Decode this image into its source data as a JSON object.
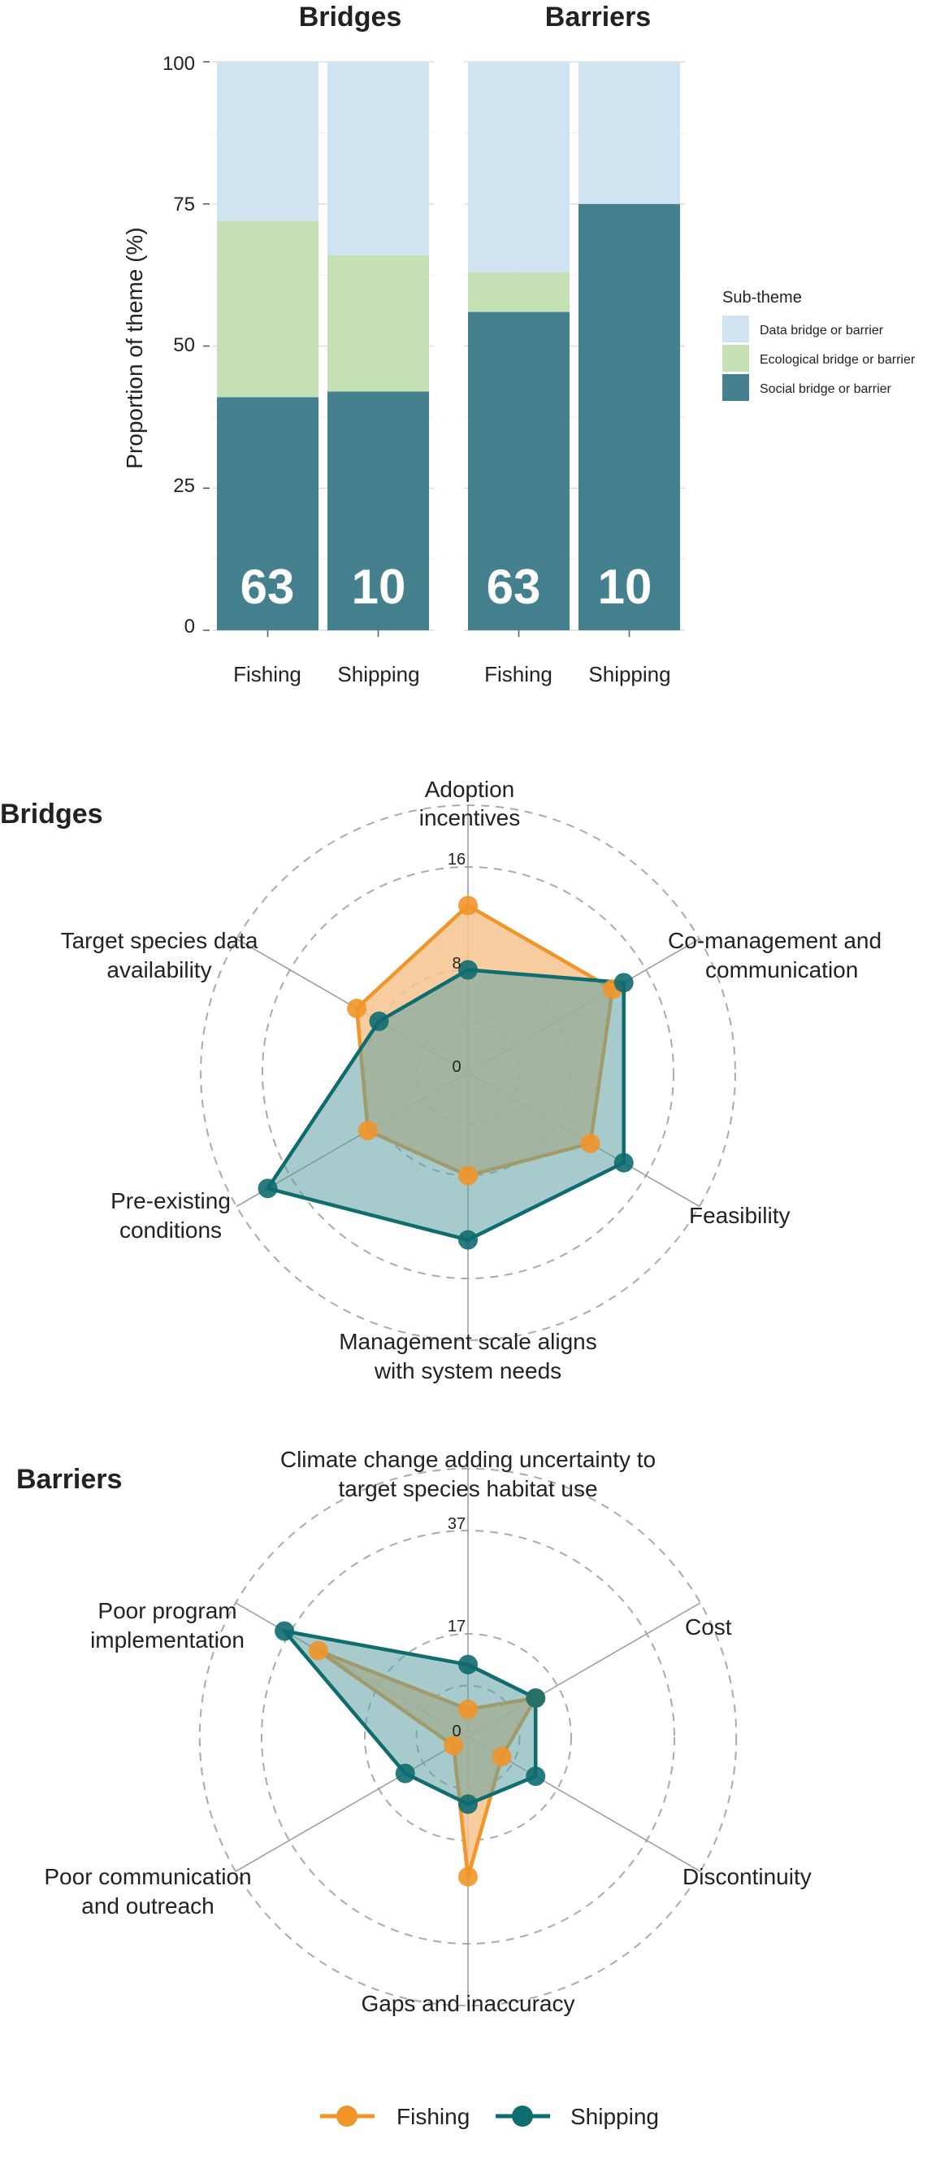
{
  "colors": {
    "data": "#cfe3f1",
    "ecological": "#c5e0b4",
    "social": "#44808d",
    "fishing": "#f0952a",
    "fishing_fill": "#f6c48e",
    "shipping": "#0f6c6f",
    "shipping_fill": "#5fa1a2",
    "grid": "#dddddd",
    "dash": "#aaaaaa"
  },
  "chart_data": [
    {
      "type": "bar",
      "stacked": true,
      "ylabel": "Proportion of theme (%)",
      "ylim": [
        0,
        100
      ],
      "yticks": [
        "0",
        "25",
        "50",
        "75",
        "100"
      ],
      "legend": {
        "title": "Sub-theme",
        "position": "right",
        "entries": [
          "Data bridge or barrier",
          "Ecological bridge or barrier",
          "Social bridge or barrier"
        ]
      },
      "panels": [
        {
          "title": "Bridges",
          "categories": [
            "Fishing",
            "Shipping"
          ],
          "counts": [
            "63",
            "10"
          ],
          "series": [
            {
              "name": "Social bridge or barrier",
              "key": "social",
              "values": [
                41,
                42
              ]
            },
            {
              "name": "Ecological bridge or barrier",
              "key": "ecological",
              "values": [
                31,
                24
              ]
            },
            {
              "name": "Data bridge or barrier",
              "key": "data",
              "values": [
                28,
                34
              ]
            }
          ]
        },
        {
          "title": "Barriers",
          "categories": [
            "Fishing",
            "Shipping"
          ],
          "counts": [
            "63",
            "10"
          ],
          "series": [
            {
              "name": "Social bridge or barrier",
              "key": "social",
              "values": [
                56,
                75
              ]
            },
            {
              "name": "Ecological bridge or barrier",
              "key": "ecological",
              "values": [
                7,
                0
              ]
            },
            {
              "name": "Data bridge or barrier",
              "key": "data",
              "values": [
                37,
                25
              ]
            }
          ]
        }
      ]
    },
    {
      "type": "radar",
      "title": "Bridges",
      "max": 16,
      "rings": [
        "0",
        "8",
        "16"
      ],
      "axes": [
        [
          "Adoption",
          "incentives"
        ],
        [
          "Co-management and",
          "communication"
        ],
        [
          "Feasibility"
        ],
        [
          "Management scale aligns",
          "with system needs"
        ],
        [
          "Pre-existing",
          "conditions"
        ],
        [
          "Target species data",
          "availability"
        ]
      ],
      "series": [
        {
          "name": "Fishing",
          "values": [
            13,
            13,
            11,
            8,
            9,
            10
          ]
        },
        {
          "name": "Shipping",
          "values": [
            8,
            14,
            14,
            13,
            18,
            8
          ]
        }
      ]
    },
    {
      "type": "radar",
      "title": "Barriers",
      "max": 37,
      "rings": [
        "0",
        "17",
        "37"
      ],
      "axes": [
        [
          "Climate change adding uncertainty to",
          "target species habitat use"
        ],
        [
          "Cost"
        ],
        [
          "Discontinuity"
        ],
        [
          "Gaps and inaccuracy"
        ],
        [
          "Poor communication",
          "and outreach"
        ],
        [
          "Poor program",
          "implementation"
        ]
      ],
      "series": [
        {
          "name": "Fishing",
          "values": [
            5,
            14,
            7,
            25,
            3,
            31
          ]
        },
        {
          "name": "Shipping",
          "values": [
            13,
            14,
            14,
            12,
            13,
            38
          ]
        }
      ]
    }
  ],
  "legend": {
    "fishing": "Fishing",
    "shipping": "Shipping"
  }
}
